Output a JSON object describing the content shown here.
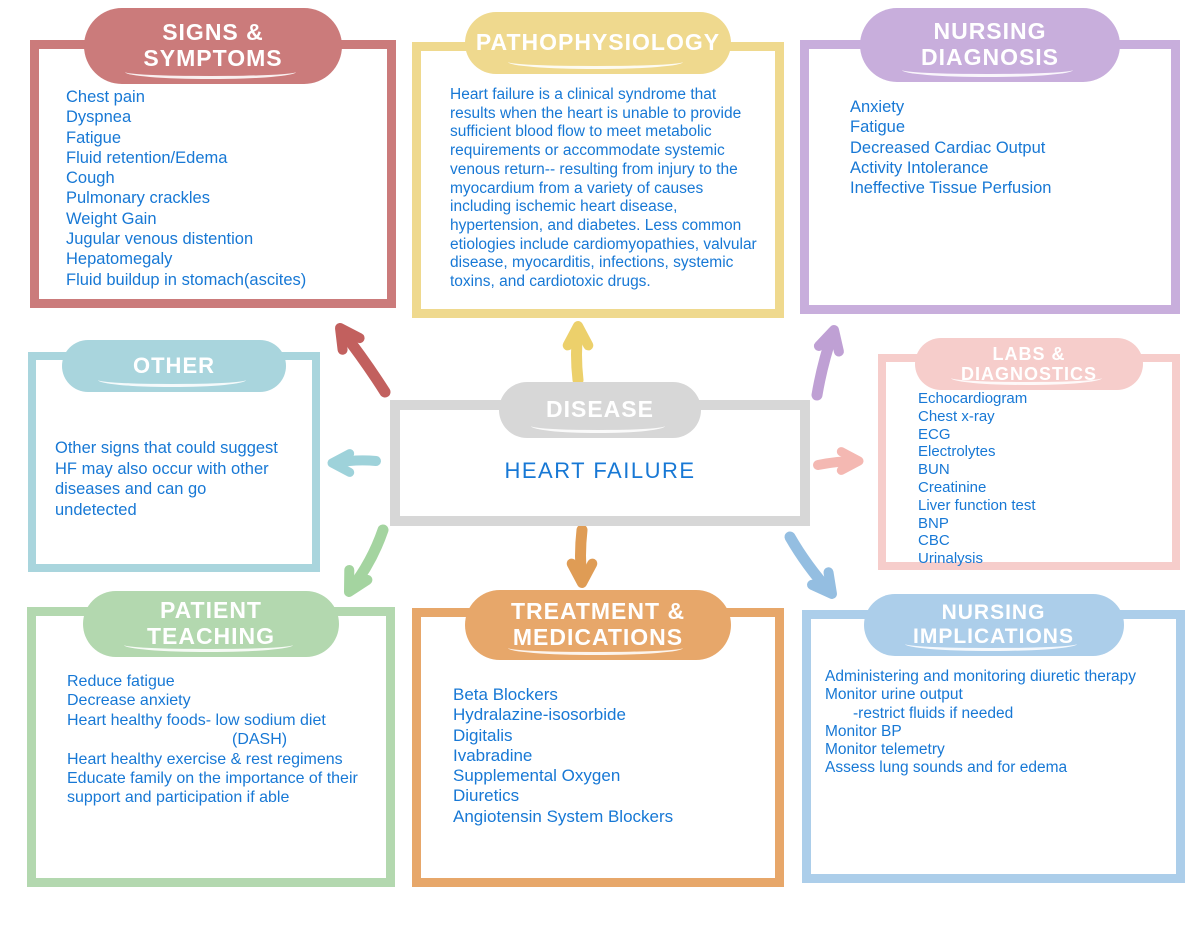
{
  "page": {
    "background": "#FFFFFF",
    "text_color": "#1778D5"
  },
  "palette": {
    "signs_symptoms": "#CB7B7B",
    "pathophysiology": "#EFD98E",
    "nursing_diagnosis": "#C8AEDC",
    "other": "#A9D5DD",
    "disease": "#D7D7D7",
    "labs_diagnostics": "#F6CDCB",
    "patient_teaching": "#B3D8AF",
    "treatment_medications": "#E7A76A",
    "nursing_implications": "#ACCEEA"
  },
  "center": {
    "label": "DISEASE",
    "value": "HEART FAILURE"
  },
  "boxes": {
    "signs_symptoms": {
      "title_lines": [
        "SIGNS &",
        "SYMPTOMS"
      ],
      "items": [
        "Chest pain",
        "Dyspnea",
        "Fatigue",
        "Fluid retention/Edema",
        "Cough",
        "Pulmonary crackles",
        "Weight Gain",
        "Jugular venous distention",
        "Hepatomegaly",
        "Fluid buildup in stomach(ascites)"
      ]
    },
    "pathophysiology": {
      "title_lines": [
        "PATHOPHYSIOLOGY"
      ],
      "paragraph": "Heart failure is a clinical syndrome that results when the heart is unable to provide sufficient blood flow to meet metabolic requirements or accommodate systemic venous return-- resulting from injury to the myocardium from a variety of causes including ischemic heart disease, hypertension, and diabetes. Less common etiologies include cardiomyopathies, valvular disease, myocarditis, infections, systemic toxins, and cardiotoxic drugs."
    },
    "nursing_diagnosis": {
      "title_lines": [
        "NURSING",
        "DIAGNOSIS"
      ],
      "items": [
        "Anxiety",
        "Fatigue",
        "Decreased Cardiac Output",
        "Activity Intolerance",
        "Ineffective Tissue Perfusion"
      ]
    },
    "other": {
      "title_lines": [
        "OTHER"
      ],
      "paragraph": "Other signs that could suggest HF may also occur with other diseases and can go undetected"
    },
    "labs_diagnostics": {
      "title_lines": [
        "LABS &",
        "DIAGNOSTICS"
      ],
      "items": [
        "Echocardiogram",
        "Chest x-ray",
        "ECG",
        "Electrolytes",
        "BUN",
        "Creatinine",
        "Liver function test",
        "BNP",
        "CBC",
        "Urinalysis"
      ]
    },
    "patient_teaching": {
      "title_lines": [
        "PATIENT",
        "TEACHING"
      ],
      "items": [
        "Reduce fatigue",
        "Decrease anxiety",
        "Heart healthy foods- low sodium diet",
        "(DASH)",
        "Heart healthy exercise & rest regimens",
        "Educate family on the importance of their support and participation if able"
      ]
    },
    "treatment_medications": {
      "title_lines": [
        "TREATMENT &",
        "MEDICATIONS"
      ],
      "items": [
        "Beta Blockers",
        "Hydralazine-isosorbide",
        "Digitalis",
        "Ivabradine",
        "Supplemental Oxygen",
        "Diuretics",
        "Angiotensin System Blockers"
      ]
    },
    "nursing_implications": {
      "title_lines": [
        "NURSING",
        "IMPLICATIONS"
      ],
      "items": [
        "Administering and monitoring diuretic therapy",
        "Monitor urine output",
        "-restrict fluids if needed",
        "Monitor BP",
        "Monitor telemetry",
        "Assess lung sounds and for edema"
      ]
    }
  },
  "arrows": {
    "to_signs_symptoms": "#C2605E",
    "to_pathophysiology": "#ECD06B",
    "to_nursing_diagnosis": "#BFA0D4",
    "to_other": "#9ED2DA",
    "to_labs_diagnostics": "#F4B8B2",
    "to_patient_teaching": "#A4D4A0",
    "to_treatment_medications": "#DF9C55",
    "to_nursing_implications": "#94BEE1"
  }
}
